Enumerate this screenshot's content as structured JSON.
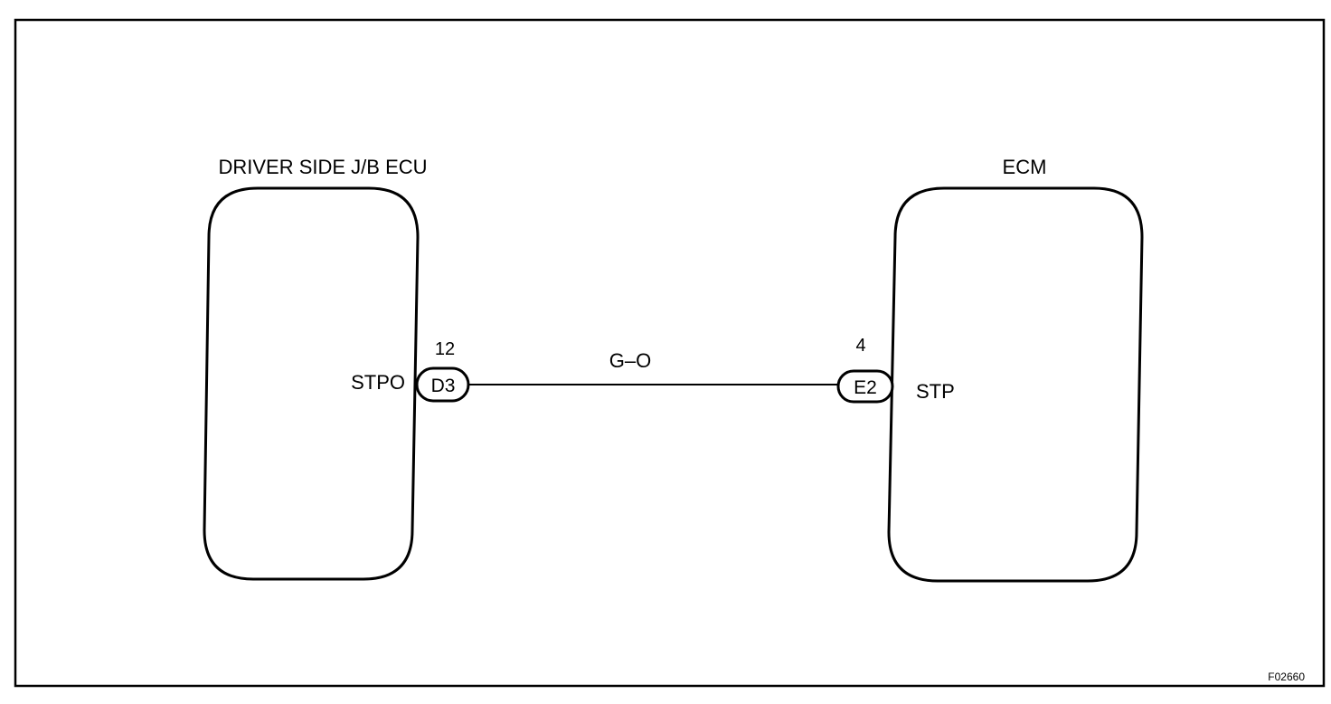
{
  "components": {
    "left_title": "DRIVER SIDE J/B ECU",
    "right_title": "ECM"
  },
  "terminals": {
    "left_terminal": "STPO",
    "right_terminal": "STP"
  },
  "connectors": {
    "left_pin": "12",
    "left_connector": "D3",
    "right_pin": "4",
    "right_connector": "E2"
  },
  "wire": {
    "color_code": "G–O"
  },
  "figure_id": "F02660"
}
